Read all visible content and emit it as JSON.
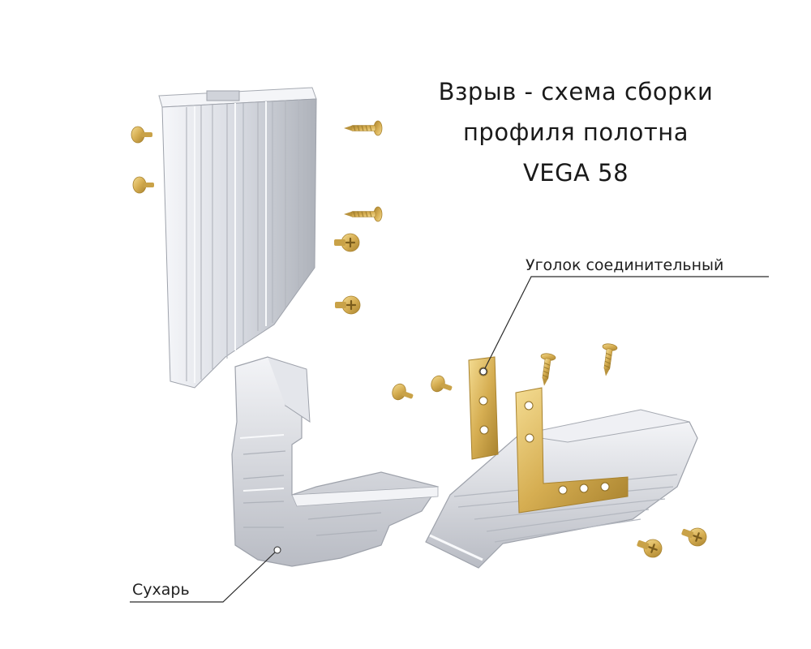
{
  "title": {
    "line1": "Взрыв - схема сборки",
    "line2": "профиля полотна",
    "line3": "VEGA 58"
  },
  "labels": {
    "corner_connector": "Уголок соединительный",
    "crouton": "Сухарь"
  },
  "colors": {
    "background": "#ffffff",
    "aluminium_light": "#eef0f5",
    "aluminium_mid": "#c9ccd4",
    "aluminium_dark": "#9ea2ab",
    "brass": "#d9b45a",
    "brass_dark": "#a8822e",
    "text": "#1a1a1a"
  },
  "icons": [
    "screw-icon",
    "bolt-icon",
    "cross-head-screw-icon"
  ]
}
